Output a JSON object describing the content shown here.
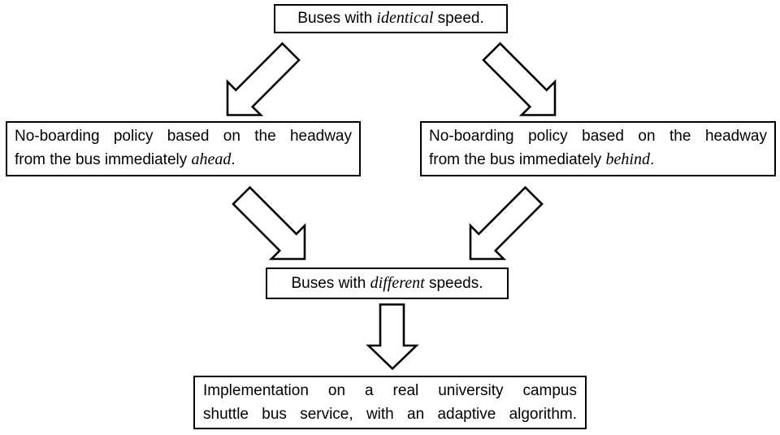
{
  "figure": {
    "background_color": "#ffffff",
    "ink_color": "#000000",
    "type": "flowchart"
  },
  "nodes": {
    "top": {
      "lead": "Buses with ",
      "emph": "identical",
      "tail": " speed."
    },
    "left": {
      "line1": "No-boarding policy based on the headway",
      "line2_lead": "from the bus immediately ",
      "line2_emph": "ahead",
      "line2_tail": "."
    },
    "right": {
      "line1": "No-boarding policy based on the headway",
      "line2_lead": "from the bus immediately ",
      "line2_emph": "behind",
      "line2_tail": "."
    },
    "middle": {
      "lead": "Buses with ",
      "emph": "different",
      "tail": " speeds."
    },
    "bottom": {
      "line1": "Implementation on a real university campus",
      "line2": "shuttle bus service, with an adaptive algorithm."
    }
  },
  "arrows": {
    "top_to_left": "block-arrow-down-left",
    "top_to_right": "block-arrow-down-right",
    "left_to_middle": "block-arrow-down-right",
    "right_to_middle": "block-arrow-down-left",
    "middle_to_bottom": "block-arrow-down"
  }
}
